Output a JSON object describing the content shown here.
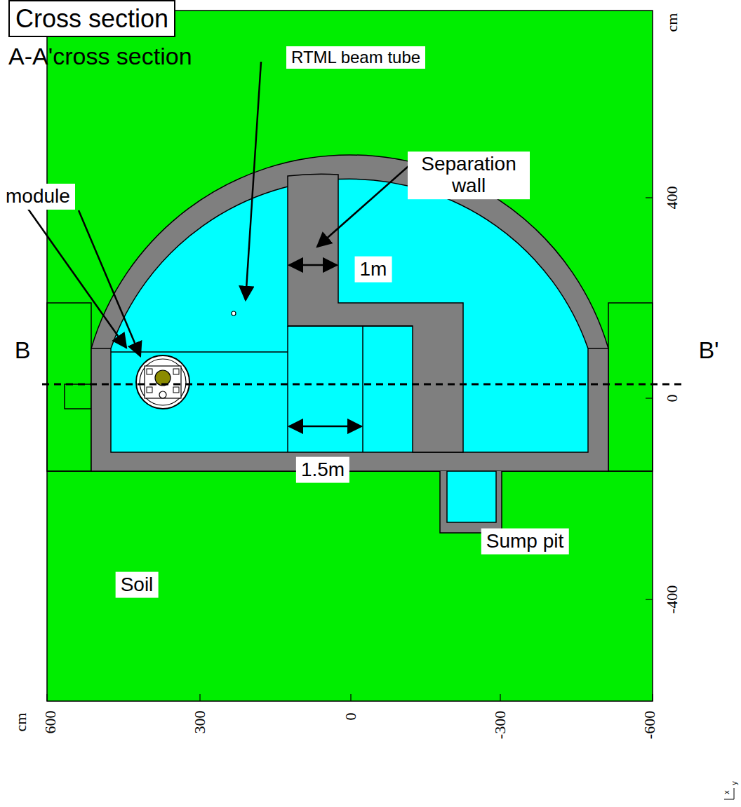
{
  "diagram": {
    "title": "Cross section",
    "labels": [
      "A-A'cross section",
      "RTML beam tube",
      "Separation wall",
      "module",
      "1m",
      "1.5m",
      "B",
      "B'",
      "Sump pit",
      "Soil",
      "cm",
      "400",
      "0",
      "-400",
      "cm",
      "600",
      "300",
      "0",
      "-300",
      "-600",
      "x",
      "y"
    ]
  }
}
